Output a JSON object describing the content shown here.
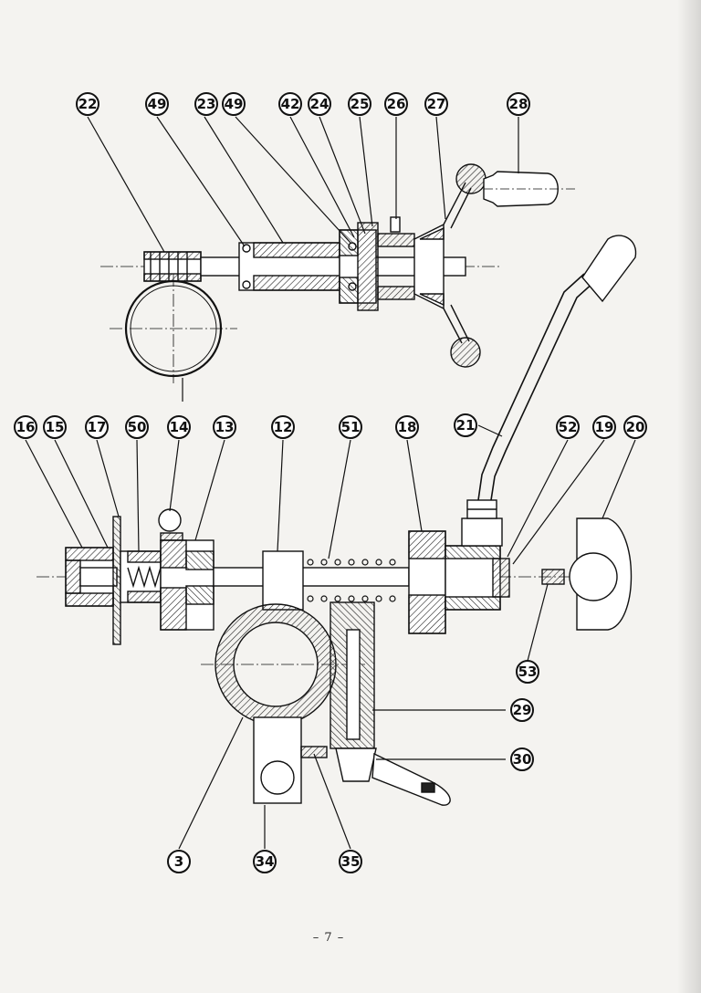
{
  "page": {
    "number_label": "– 7 –"
  },
  "callouts": [
    "22",
    "49",
    "23",
    "49",
    "42",
    "24",
    "25",
    "26",
    "27",
    "28",
    "16",
    "15",
    "17",
    "50",
    "14",
    "13",
    "12",
    "51",
    "18",
    "21",
    "52",
    "19",
    "20",
    "53",
    "29",
    "30",
    "3",
    "34",
    "35"
  ]
}
